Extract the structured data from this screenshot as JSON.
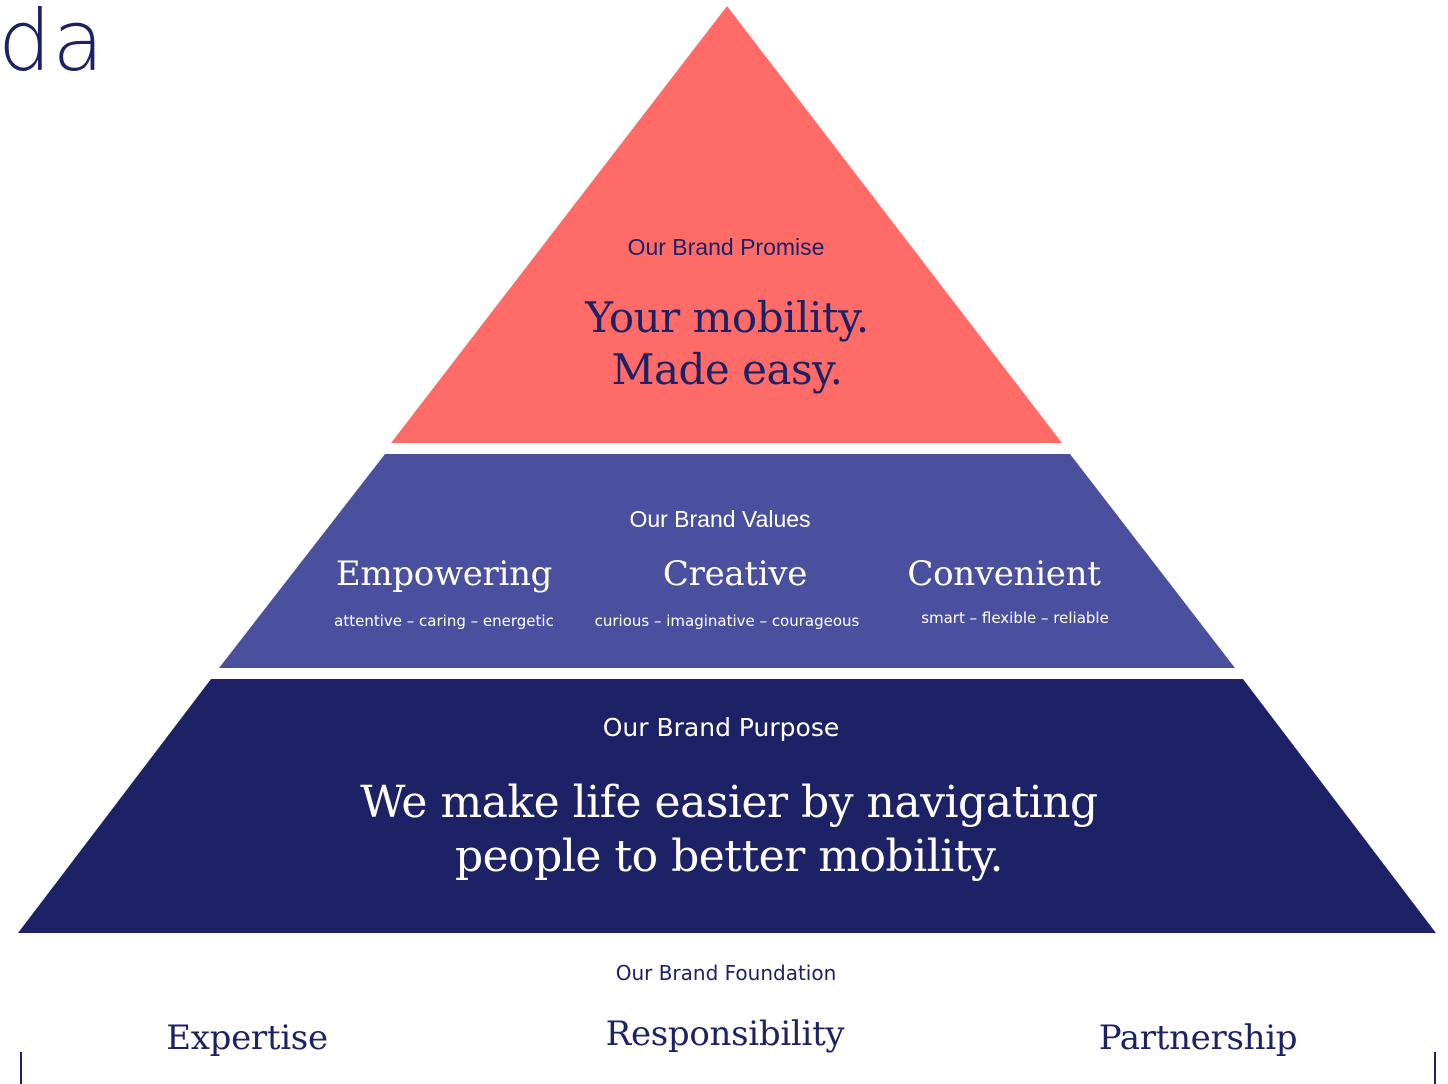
{
  "logo_text": "da",
  "colors": {
    "promise": "#ff6b67",
    "values": "#4a4f9e",
    "purpose": "#1c2265",
    "text_dark": "#1c2265",
    "text_light": "#ffffff"
  },
  "promise": {
    "label": "Our Brand Promise",
    "line1": "Your mobility.",
    "line2": "Made easy."
  },
  "values": {
    "label": "Our Brand Values",
    "items": [
      {
        "name": "Empowering",
        "desc": "attentive – caring – energetic"
      },
      {
        "name": "Creative",
        "desc": "curious – imaginative – courageous"
      },
      {
        "name": "Convenient",
        "desc": "smart – flexible – reliable"
      }
    ]
  },
  "purpose": {
    "label": "Our Brand Purpose",
    "line1": "We make life easier by navigating",
    "line2": "people to better mobility."
  },
  "foundation": {
    "label": "Our Brand Foundation",
    "items": [
      "Expertise",
      "Responsibility",
      "Partnership"
    ]
  }
}
